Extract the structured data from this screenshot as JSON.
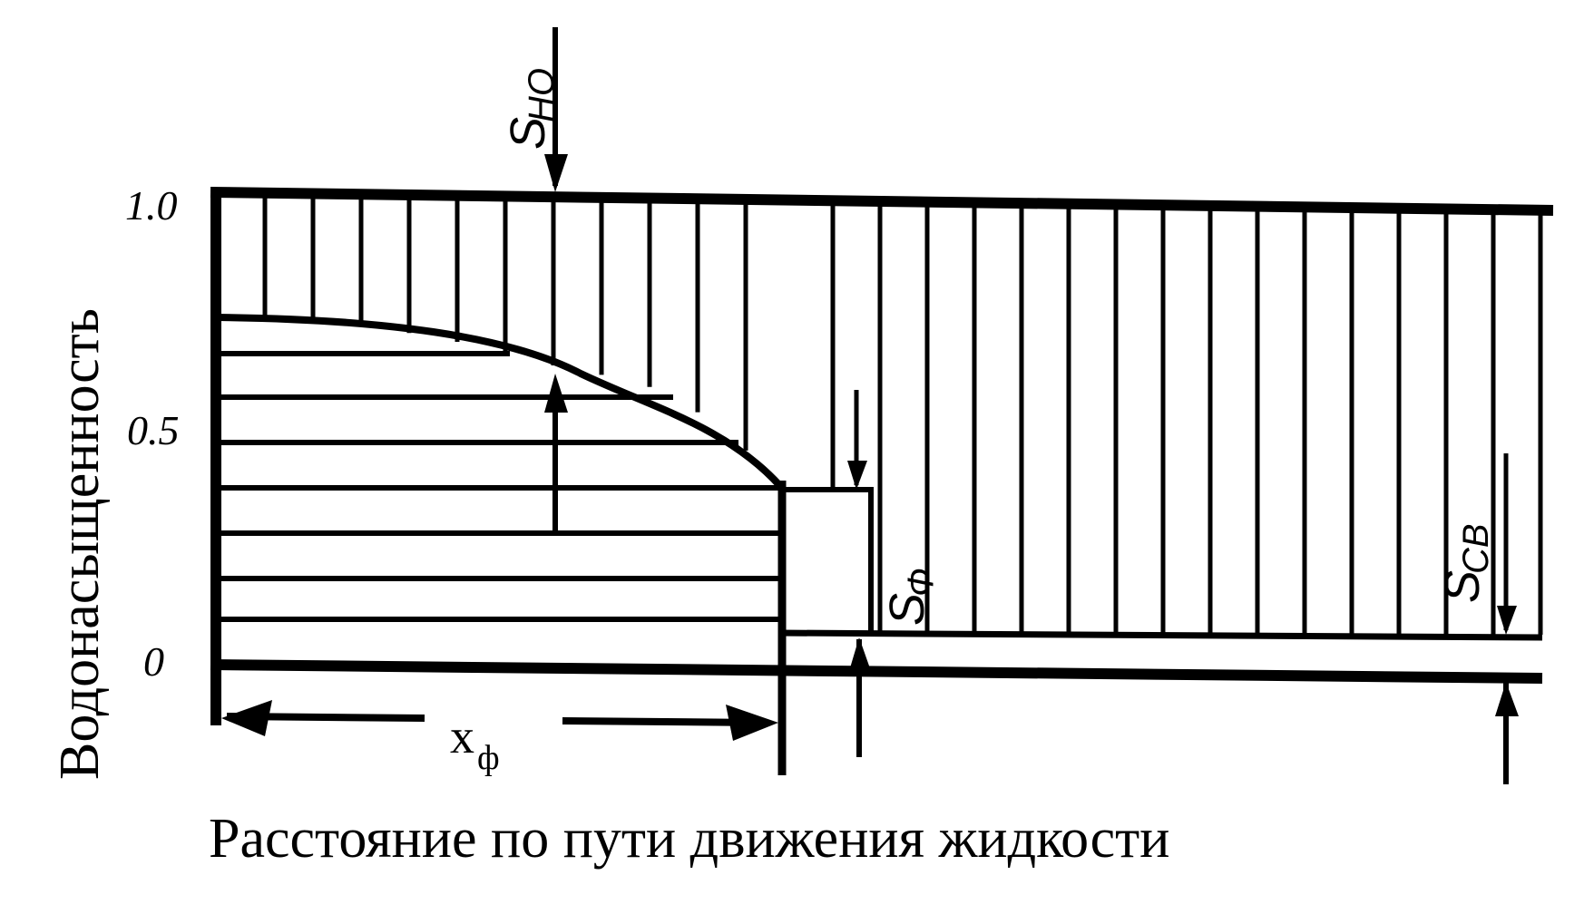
{
  "axes": {
    "y_label": "Водонасыщенность",
    "x_label": "Расстояние по пути движения жидкости",
    "y_ticks": [
      "1.0",
      "0.5",
      "0"
    ]
  },
  "markers": {
    "s_no": {
      "main": "S",
      "sub": "НО"
    },
    "s_f": {
      "main": "S",
      "sub": "Ф"
    },
    "s_sv": {
      "main": "S",
      "sub": "СВ"
    },
    "x_f": {
      "main": "x",
      "sub": "ф"
    }
  },
  "colors": {
    "ink": "#000000",
    "paper": "#ffffff"
  }
}
